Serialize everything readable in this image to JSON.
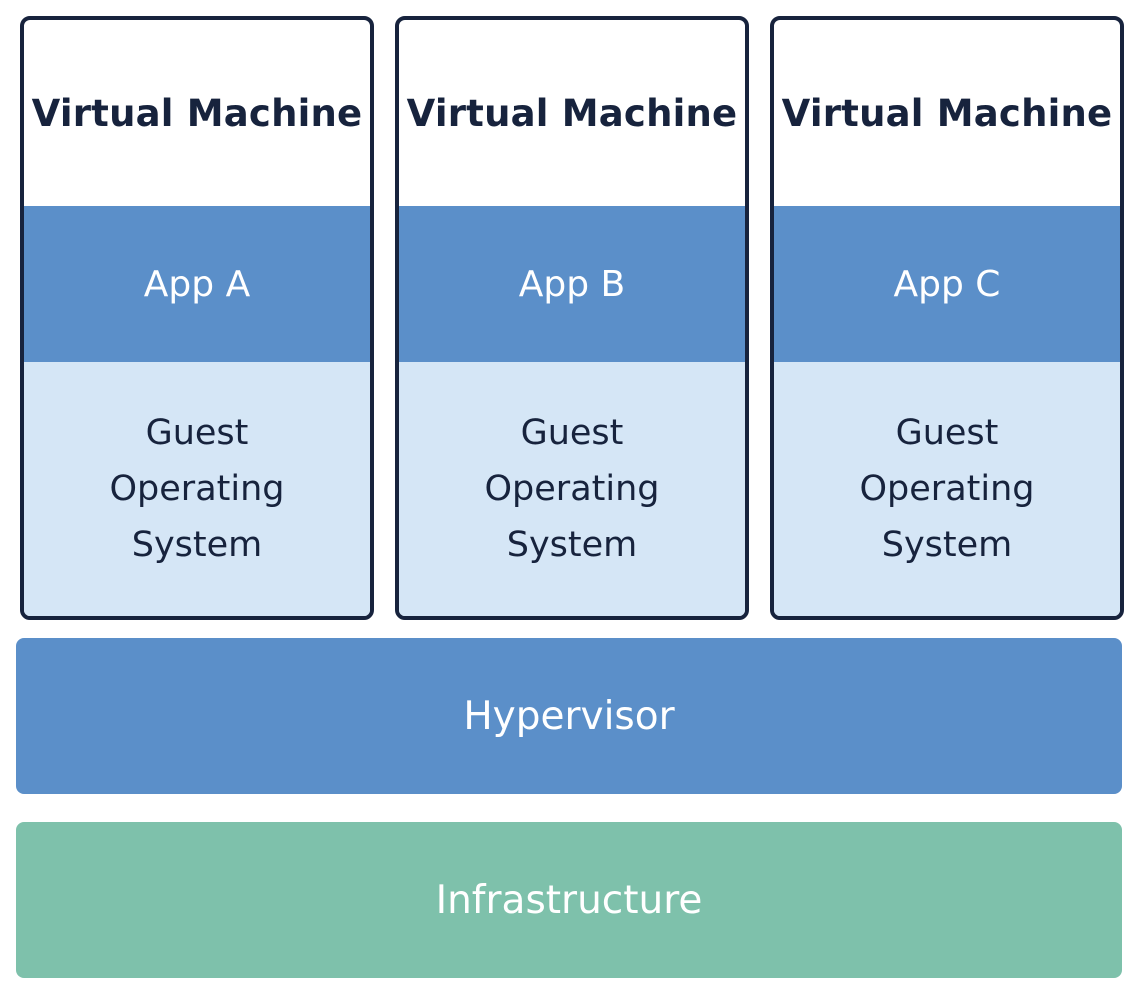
{
  "virtual_machines": [
    {
      "title": "Virtual Machine",
      "app": "App A",
      "os": "Guest Operating System"
    },
    {
      "title": "Virtual Machine",
      "app": "App B",
      "os": "Guest Operating System"
    },
    {
      "title": "Virtual Machine",
      "app": "App C",
      "os": "Guest Operating System"
    }
  ],
  "hypervisor": {
    "label": "Hypervisor"
  },
  "infrastructure": {
    "label": "Infrastructure"
  },
  "colors": {
    "border": "#17233d",
    "app_blue": "#5b8fc9",
    "os_light_blue": "#d5e6f6",
    "infrastructure_green": "#7ec1ab"
  }
}
